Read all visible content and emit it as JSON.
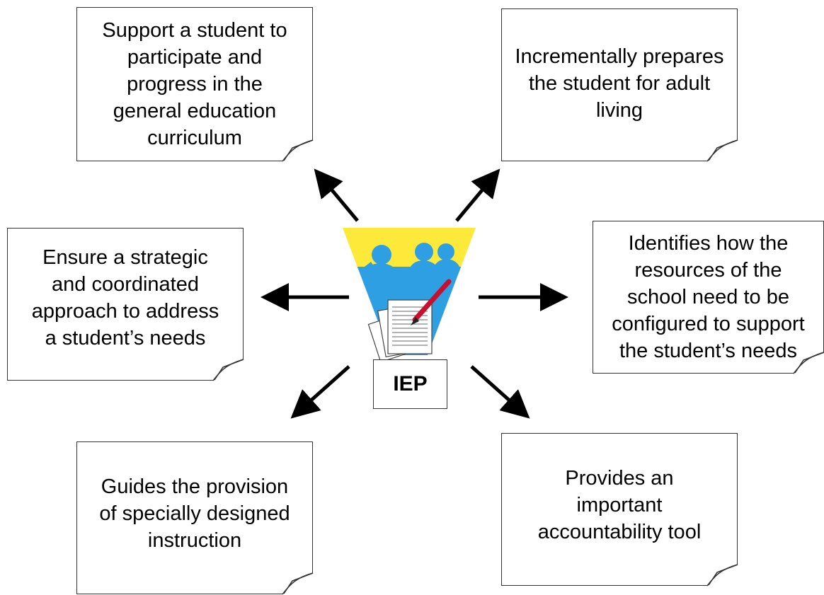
{
  "center": {
    "label": "IEP",
    "funnel_color": "#fde93a",
    "people_color": "#2f9fe3"
  },
  "notes": {
    "top_left": "Support a student to\nparticipate and\nprogress in the\ngeneral education\ncurriculum",
    "top_right": "Incrementally prepares\nthe student for adult\nliving",
    "mid_left": "Ensure a strategic\nand coordinated\napproach to address\na student’s needs",
    "mid_right": "Identifies how the\nresources of the\nschool need to be\nconfigured to support\nthe student’s needs",
    "bottom_left": "Guides the provision\nof specially designed\ninstruction",
    "bottom_right": "Provides an\nimportant\naccountability tool"
  }
}
